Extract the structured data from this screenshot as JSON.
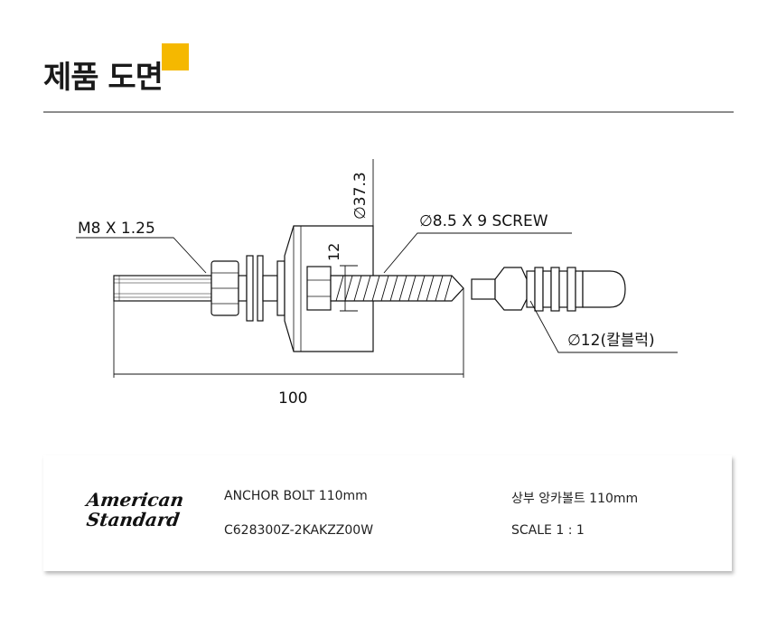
{
  "header": {
    "title": "제품 도면",
    "accent_color": "#f5b800",
    "rule_color": "#8c8c8c"
  },
  "drawing": {
    "labels": {
      "thread": "M8 X 1.25",
      "flange_dia": "∅37.3",
      "screw": "∅8.5 X 9 SCREW",
      "nut_height": "12",
      "plug": "∅12(칼블럭)",
      "length": "100"
    },
    "line_color": "#111111"
  },
  "info": {
    "logo": {
      "line1": "American",
      "line2": "Standard"
    },
    "product_name": "ANCHOR BOLT 110mm",
    "product_code": "C628300Z-2KAKZZ00W",
    "description": "상부 앙카볼트 110mm",
    "scale": "SCALE  1 : 1"
  }
}
